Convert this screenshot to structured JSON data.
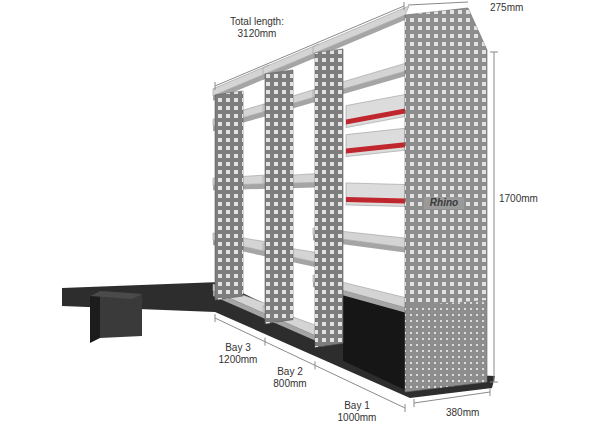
{
  "diagram": {
    "labels": [
      "Total length: 3120mm",
      "275mm",
      "1700mm",
      "Bay 3 1200mm",
      "Bay 2 800mm",
      "Bay 1 1000mm",
      "380mm",
      "Rhino"
    ]
  }
}
